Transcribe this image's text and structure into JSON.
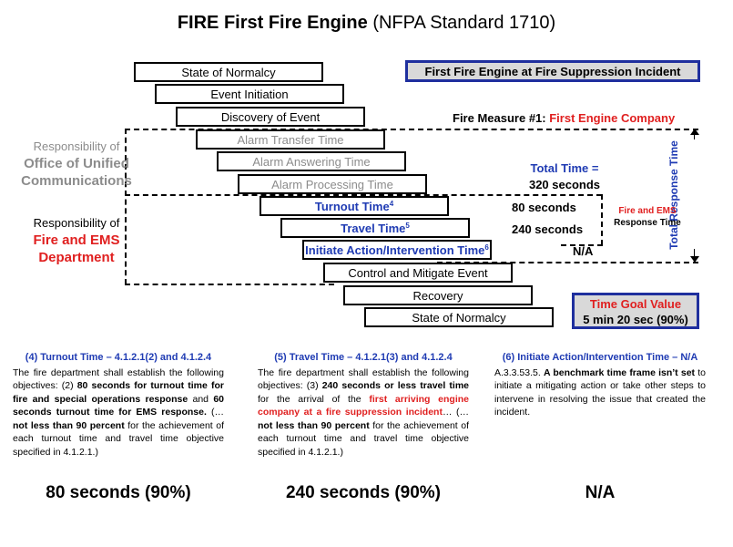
{
  "title": {
    "bold": "FIRE First Fire Engine",
    "rest": "(NFPA Standard 1710)"
  },
  "header_box": "First Fire Engine at Fire Suppression Incident",
  "fire_measure": {
    "prefix": "Fire Measure #1:",
    "value": "First Engine Company"
  },
  "steps": [
    {
      "label": "State of Normalcy",
      "style": "normal"
    },
    {
      "label": "Event Initiation",
      "style": "normal"
    },
    {
      "label": "Discovery of Event",
      "style": "normal"
    },
    {
      "label": "Alarm Transfer Time",
      "style": "gray"
    },
    {
      "label": "Alarm Answering Time",
      "style": "gray"
    },
    {
      "label": "Alarm Processing Time",
      "style": "gray"
    },
    {
      "label": "Turnout Time",
      "sup": "4",
      "style": "blue"
    },
    {
      "label": "Travel Time",
      "sup": "5",
      "style": "blue"
    },
    {
      "label": "Initiate Action/Intervention Time",
      "sup": "6",
      "style": "blue"
    },
    {
      "label": "Control and Mitigate Event",
      "style": "normal"
    },
    {
      "label": "Recovery",
      "style": "normal"
    },
    {
      "label": "State of Normalcy",
      "style": "normal"
    }
  ],
  "responsibility_comm": {
    "line1": "Responsibility of",
    "line2": "Office of Unified",
    "line3": "Communications"
  },
  "responsibility_fire": {
    "line1": "Responsibility of",
    "line2": "Fire and EMS",
    "line3": "Department"
  },
  "total_time": {
    "label": "Total Time =",
    "value": "320 seconds"
  },
  "turnout_value": "80 seconds",
  "travel_value": "240 seconds",
  "initiate_value": "N/A",
  "fire_ems_response": {
    "line1": "Fire and EMS",
    "line2": "Response Time"
  },
  "total_response_time": "Total Response Time",
  "goal": {
    "label": "Time Goal Value",
    "value": "5 min 20 sec (90%)"
  },
  "columns": [
    {
      "heading": "(4) Turnout Time – 4.1.2.1(2)  and 4.1.2.4",
      "p1": "The fire department shall establish the following objectives: (2) ",
      "b1": "80 seconds for turnout time for fire and special operations response",
      "p2": " and ",
      "b2": "60 seconds turnout time for EMS response.",
      "p3": " (…",
      "b3": "not less than 90 percent",
      "p4": " for the achievement of each turnout time and travel time objective specified in 4.1.2.1.)",
      "result": "80 seconds (90%)"
    },
    {
      "heading": "(5) Travel Time – 4.1.2.1(3)  and 4.1.2.4",
      "p1": "The fire department shall establish the following objectives: (3) ",
      "b1": "240 seconds or less travel time",
      "p2": " for the arrival of the ",
      "r1": "first arriving engine company at a fire suppression incident",
      "p3": "… (…",
      "b3": "not less than 90 percent",
      "p4": " for the achievement of each turnout time and travel time objective specified in 4.1.2.1.)",
      "result": "240 seconds (90%)"
    },
    {
      "heading": "(6) Initiate Action/Intervention Time – N/A",
      "p1": "A.3.3.53.5. ",
      "b1": "A benchmark time frame isn’t set",
      "p2": " to initiate a mitigating action or take other steps to intervene in resolving the issue that created the incident.",
      "result": "N/A"
    }
  ]
}
